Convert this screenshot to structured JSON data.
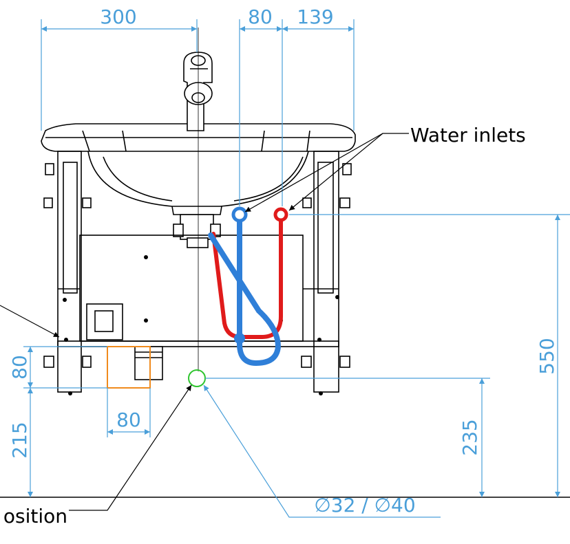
{
  "colors": {
    "dimension": "#4a9fd9",
    "outline": "#000000",
    "cold_pipe": "#2f7fd8",
    "hot_pipe": "#e01b1b",
    "drain_zone": "#f08a1c",
    "drain_position": "#2fc52f"
  },
  "dimensions": {
    "top_left_width": "300",
    "top_center_width": "80",
    "top_right_width": "139",
    "left_zone_height": "80",
    "left_floor_height": "215",
    "bottom_zone_width": "80",
    "right_total_height": "550",
    "right_drain_height": "235",
    "drain_diameter": "∅32 / ∅40"
  },
  "labels": {
    "water_inlets": "Water inlets",
    "drain_position_partial": "osition"
  }
}
